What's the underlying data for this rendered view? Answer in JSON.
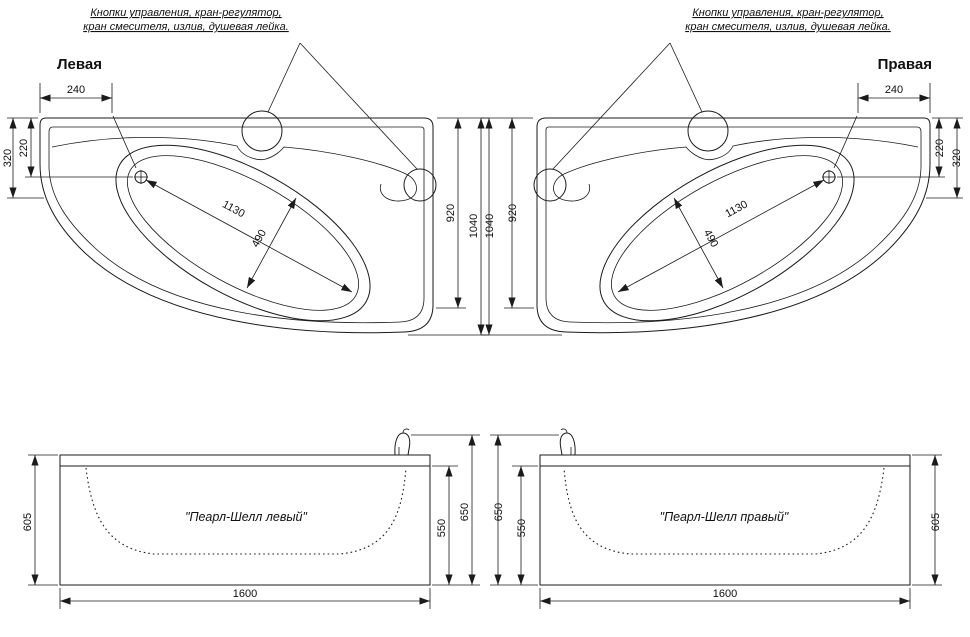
{
  "drawing": {
    "annotation_left": {
      "line1": "Кнопки управления, кран-регулятор,",
      "line2": "кран смесителя, излив, душевая лейка."
    },
    "annotation_right": {
      "line1": "Кнопки управления, кран-регулятор,",
      "line2": "кран смесителя, излив, душевая лейка."
    },
    "left_view": {
      "label": "Левая",
      "width_top": "240",
      "offset_drain": "220",
      "edge_height": "320",
      "basin_length": "1130",
      "basin_width": "490",
      "inner_height": "920",
      "overall_height": "1040"
    },
    "right_view": {
      "label": "Правая",
      "width_top": "240",
      "offset_drain": "220",
      "edge_height": "320",
      "basin_length": "1130",
      "basin_width": "490",
      "inner_height": "920",
      "overall_height": "1040"
    },
    "front_left": {
      "title": "\"Пеарл-Шелл левый\"",
      "height": "605",
      "inner_height": "550",
      "overall_height": "650",
      "length": "1600"
    },
    "front_right": {
      "title": "\"Пеарл-Шелл правый\"",
      "height": "605",
      "inner_height": "550",
      "overall_height": "650",
      "length": "1600"
    }
  },
  "colors": {
    "line": "#1b1b1b",
    "background": "#ffffff"
  }
}
